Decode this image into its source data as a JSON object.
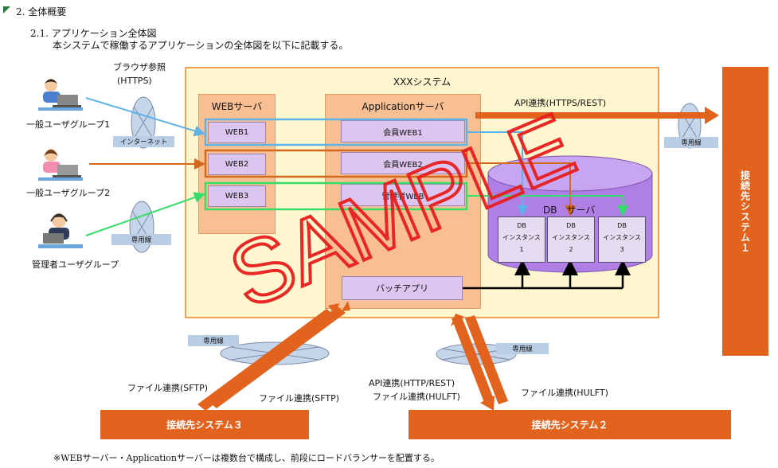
{
  "header": {
    "section": "2. 全体概要",
    "subsection": "2.1. アプリケーション全体図",
    "description": "本システムで稼働するアプリケーションの全体図を以下に記載する。"
  },
  "users": [
    {
      "label": "一般ユーザグループ1",
      "icon": "user-at-laptop-icon"
    },
    {
      "label": "一般ユーザグループ2",
      "icon": "user-at-laptop-icon"
    },
    {
      "label": "管理者ユーザグループ",
      "icon": "admin-with-headset-icon"
    }
  ],
  "browser_label": "ブラウザ参照",
  "browser_protocol": "(HTTPS)",
  "internet_label": "インターネット",
  "dedicated_line": "専用線",
  "system": {
    "title": "XXXシステム",
    "web_server": {
      "title": "WEBサーバ",
      "instances": [
        "WEB1",
        "WEB2",
        "WEB3"
      ]
    },
    "app_server": {
      "title": "Applicationサーバ",
      "modules": [
        "会員WEB1",
        "会員WEB2",
        "管理者WEB"
      ],
      "batch": "バッチアプリ"
    },
    "db_server": {
      "title": "DB　サーバ",
      "instances": [
        [
          "DB",
          "インスタンス",
          "1"
        ],
        [
          "DB",
          "インスタンス",
          "2"
        ],
        [
          "DB",
          "インスタンス",
          "3"
        ]
      ]
    }
  },
  "api_rest_label": "API連携(HTTPS/REST)",
  "external_systems": {
    "system1": "接続先システム１",
    "system2": "接続先システム２",
    "system3": "接続先システム３"
  },
  "links": {
    "sftp_left": "ファイル連携(SFTP)",
    "sftp_right": "ファイル連携(SFTP)",
    "api_http_rest": "API連携(HTTP/REST)",
    "hulft_left": "ファイル連携(HULFT)",
    "hulft_right": "ファイル連携(HULFT)"
  },
  "watermark": "SAMPLE",
  "footnote": "※WEBサーバー・Applicationサーバーは複数台で構成し、前段にロードバランサーを配置する。",
  "colors": {
    "system_fill": "#fdf6cf",
    "system_border": "#f0a050",
    "server_fill": "#f8bf93",
    "accent_orange": "#e2631e",
    "db_purple": "#b07fe6",
    "watermark_red": "#e81e1e",
    "web1_line": "#5fb3e6",
    "web2_line": "#d2691e",
    "web3_line": "#35dd69"
  }
}
